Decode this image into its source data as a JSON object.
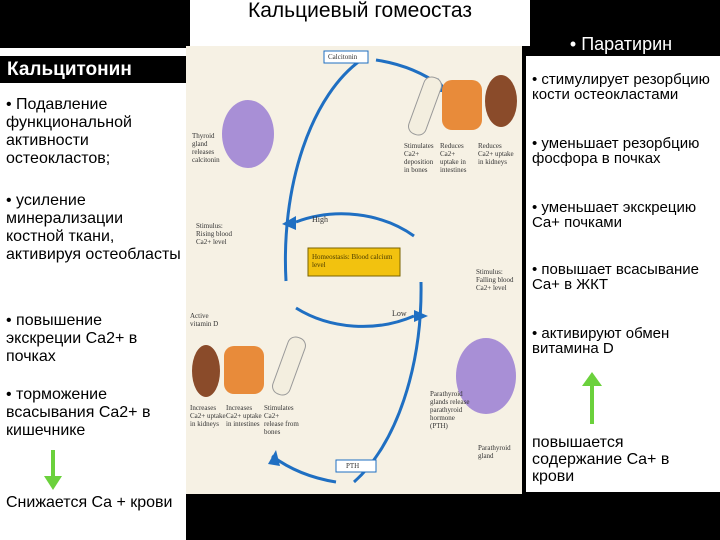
{
  "title": "Кальциевый гомеостаз",
  "left": {
    "heading": "Кальцитонин",
    "items": [
      "• Подавление функциональной активности остеокластов;",
      "• усиление минерализации костной ткани, активируя остеобласты",
      "• повышение экскреции Ca2+ в почках",
      "• торможение всасывания Ca2+ в кишечнике"
    ],
    "result": "Снижается Ca + крови"
  },
  "right": {
    "heading": "• Паратирин",
    "items": [
      "• стимулирует резорбцию кости остеокластами",
      "• уменьшает резорбцию фосфора в почках",
      "• уменьшает экскрецию Ca+ почками",
      "• повышает всасывание Ca+ в ЖКТ",
      "• активируют обмен витамина D"
    ],
    "result": "повышается содержание Ca+ в крови"
  },
  "diagram": {
    "calcitonin": "Calcitonin",
    "pth": "PTH",
    "thyroid": "Thyroid gland releases calcitonin",
    "stimulus_rising": "Stimulus: Rising blood Ca2+ level",
    "stimulus_falling": "Stimulus: Falling blood Ca2+ level",
    "high": "High",
    "low": "Low",
    "homeostasis": "Homeostasis: Blood calcium level",
    "top_effects": [
      "Stimulates Ca2+ deposition in bones",
      "Reduces Ca2+ uptake in intestines",
      "Reduces Ca2+ uptake in kidneys"
    ],
    "active_vitd": "Active vitamin D",
    "bottom_effects": [
      "Increases Ca2+ uptake in kidneys",
      "Increases Ca2+ uptake in intestines",
      "Stimulates Ca2+ release from bones"
    ],
    "parathyroid": "Parathyroid glands release parathyroid hormone (PTH)",
    "parathyroid_label": "Parathyroid gland"
  }
}
